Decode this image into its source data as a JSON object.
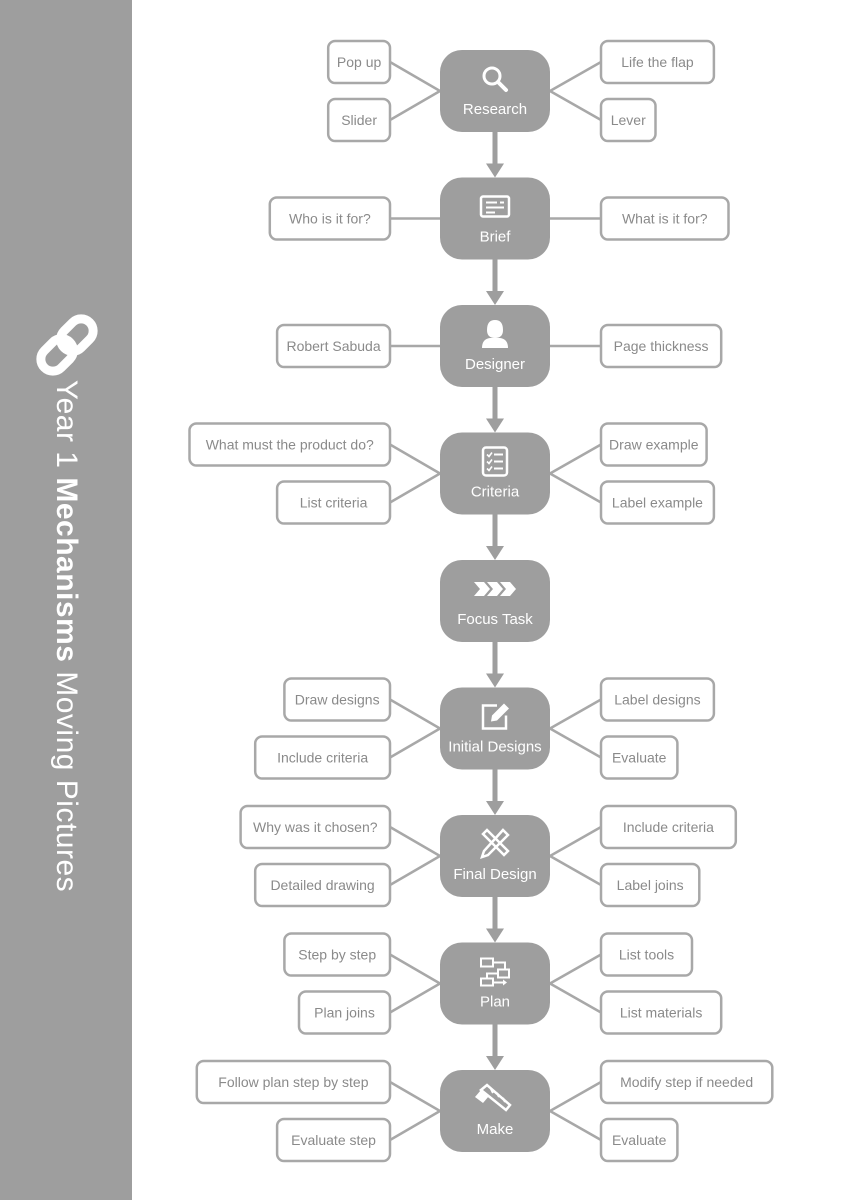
{
  "sidebar": {
    "title_part1": "Year 1 ",
    "title_bold": "Mechanisms",
    "title_part2": " Moving Pictures",
    "icon": "chain-link-icon"
  },
  "colors": {
    "sidebar_bg": "#9e9e9e",
    "node_fill": "#9e9e9e",
    "box_stroke": "#a8a8a8",
    "box_text": "#8a8a8a",
    "arrow": "#9e9e9e"
  },
  "steps": [
    {
      "id": "research",
      "label": "Research",
      "icon": "magnifier-icon",
      "left": [
        "Pop up",
        "Slider"
      ],
      "right": [
        "Life the flap",
        "Lever"
      ]
    },
    {
      "id": "brief",
      "label": "Brief",
      "icon": "document-icon",
      "left": [
        "Who is it for?"
      ],
      "right": [
        "What is it for?"
      ]
    },
    {
      "id": "designer",
      "label": "Designer",
      "icon": "person-icon",
      "left": [
        "Robert Sabuda"
      ],
      "right": [
        "Page thickness"
      ]
    },
    {
      "id": "criteria",
      "label": "Criteria",
      "icon": "checklist-icon",
      "left": [
        "What must the product do?",
        "List criteria"
      ],
      "right": [
        "Draw example",
        "Label example"
      ]
    },
    {
      "id": "focus-task",
      "label": "Focus Task",
      "icon": "chevrons-icon",
      "left": [],
      "right": []
    },
    {
      "id": "initial-designs",
      "label": "Initial Designs",
      "icon": "pencil-square-icon",
      "left": [
        "Draw designs",
        "Include criteria"
      ],
      "right": [
        "Label designs",
        "Evaluate"
      ]
    },
    {
      "id": "final-design",
      "label": "Final Design",
      "icon": "pencil-ruler-icon",
      "left": [
        "Why was it chosen?",
        "Detailed drawing"
      ],
      "right": [
        "Include criteria",
        "Label joins"
      ]
    },
    {
      "id": "plan",
      "label": "Plan",
      "icon": "flowchart-icon",
      "left": [
        "Step by step",
        "Plan joins"
      ],
      "right": [
        "List tools",
        "List materials"
      ]
    },
    {
      "id": "make",
      "label": "Make",
      "icon": "saw-icon",
      "left": [
        "Follow plan step by step",
        "Evaluate step"
      ],
      "right": [
        "Modify step if needed",
        "Evaluate"
      ]
    }
  ]
}
